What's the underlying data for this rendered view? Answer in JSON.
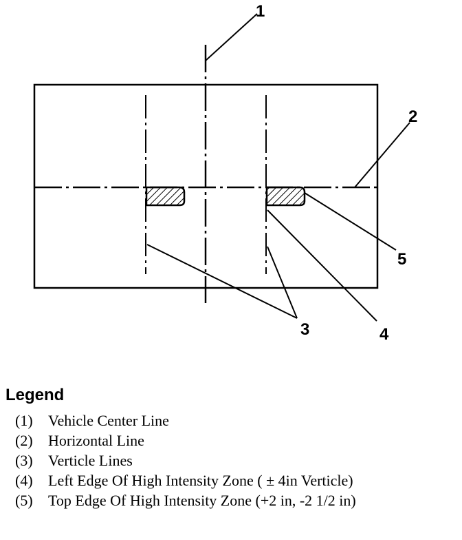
{
  "callouts": [
    "1",
    "2",
    "3",
    "4",
    "5"
  ],
  "legend": {
    "title": "Legend",
    "items": [
      {
        "num": "(1)",
        "text": "Vehicle Center Line"
      },
      {
        "num": "(2)",
        "text": "Horizontal Line"
      },
      {
        "num": "(3)",
        "text": "Verticle Lines"
      },
      {
        "num": "(4)",
        "text": "Left Edge Of High Intensity Zone ( ± 4in Verticle)"
      },
      {
        "num": "(5)",
        "text": "Top Edge Of High Intensity Zone (+2 in, -2 1/2 in)"
      }
    ]
  }
}
